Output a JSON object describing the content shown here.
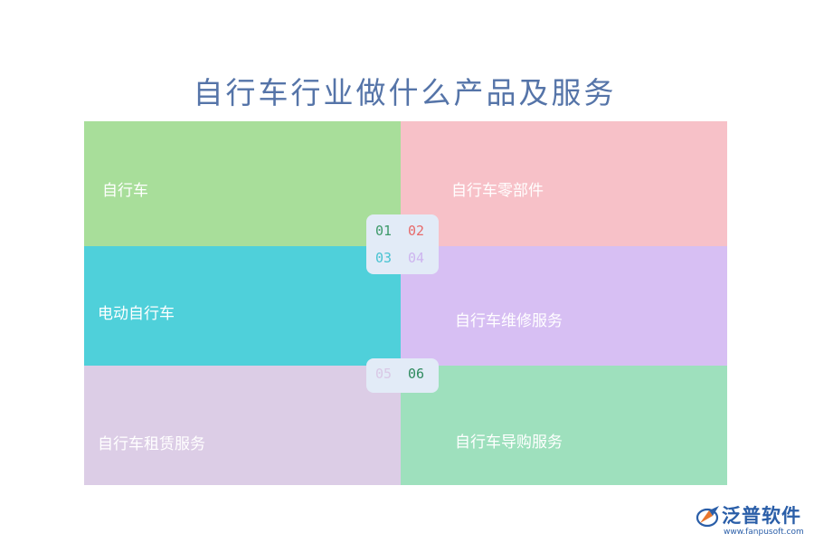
{
  "title": "自行车行业做什么产品及服务",
  "items": [
    {
      "number": "01",
      "label": "自行车",
      "color": "#a8de9a",
      "number_color": "#3e9a6a"
    },
    {
      "number": "02",
      "label": "自行车零部件",
      "color": "#f7c1c8",
      "number_color": "#e76a6a"
    },
    {
      "number": "03",
      "label": "电动自行车",
      "color": "#4fd0da",
      "number_color": "#49c3d2"
    },
    {
      "number": "04",
      "label": "自行车维修服务",
      "color": "#d7bff3",
      "number_color": "#cdb4ef"
    },
    {
      "number": "05",
      "label": "自行车租赁服务",
      "color": "#dccde6",
      "number_color": "#d9c8e6"
    },
    {
      "number": "06",
      "label": "自行车导购服务",
      "color": "#9ee0bd",
      "number_color": "#2e8a5e"
    }
  ],
  "badge_color": "#e2ebf7",
  "logo": {
    "icon": "fanpu-logo-icon",
    "name": "泛普软件",
    "url": "www.fanpusoft.com"
  }
}
